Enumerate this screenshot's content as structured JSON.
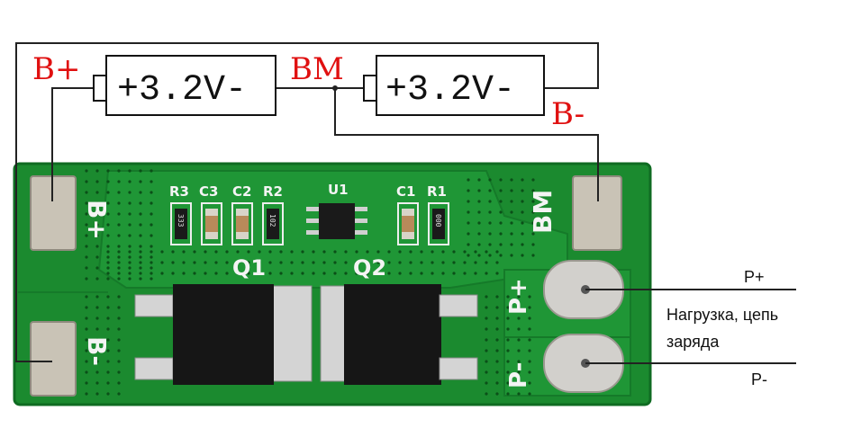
{
  "wiring": {
    "b_plus": "B+",
    "bm": "BM",
    "b_minus": "B-",
    "cell1": "+3.2V-",
    "cell2": "+3.2V-"
  },
  "board": {
    "silk_bplus": "B+",
    "silk_bminus": "B-",
    "silk_bm": "BM",
    "silk_pplus": "P+",
    "silk_pminus": "P-",
    "q1": "Q1",
    "q2": "Q2",
    "u1": "U1",
    "r3": "R3",
    "c3": "C3",
    "c2": "C2",
    "r2": "R2",
    "c1": "C1",
    "r1": "R1",
    "r3_code": "333",
    "r2_code": "102",
    "r1_code": "000"
  },
  "load": {
    "p_plus": "P+",
    "caption_line1": "Нагрузка, цепь",
    "caption_line2": "заряда",
    "p_minus": "P-"
  },
  "colors": {
    "pcb": "#1b8a2f",
    "pcb_dark": "#0f6b22",
    "pad": "#c9c3b6",
    "wire": "#222222",
    "label_red": "#e01010"
  }
}
